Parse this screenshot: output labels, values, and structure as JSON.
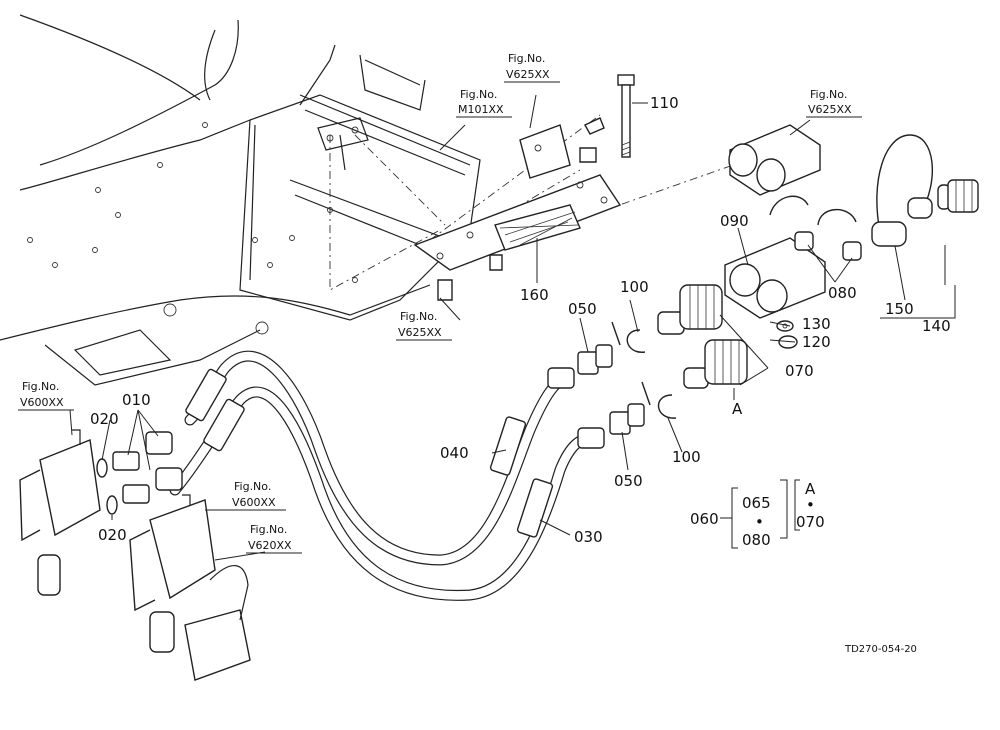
{
  "figure_refs": {
    "m101": {
      "title": "Fig.No.",
      "code": "M101XX"
    },
    "v625_top": {
      "title": "Fig.No.",
      "code": "V625XX"
    },
    "v625_right": {
      "title": "Fig.No.",
      "code": "V625XX"
    },
    "v625_left": {
      "title": "Fig.No.",
      "code": "V625XX"
    },
    "v600_left": {
      "title": "Fig.No.",
      "code": "V600XX"
    },
    "v600_mid": {
      "title": "Fig.No.",
      "code": "V600XX"
    },
    "v620": {
      "title": "Fig.No.",
      "code": "V620XX"
    }
  },
  "callouts": {
    "p010": "010",
    "p020a": "020",
    "p020b": "020",
    "p030": "030",
    "p040": "040",
    "p050a": "050",
    "p050b": "050",
    "p070": "070",
    "p080": "080",
    "p090": "090",
    "p100a": "100",
    "p100b": "100",
    "p110": "110",
    "p120": "120",
    "p130": "130",
    "p140": "140",
    "p150": "150",
    "p160": "160",
    "markA": "A"
  },
  "kit_legend": {
    "kit": "060",
    "item1": "065",
    "item2": "080",
    "dot": "•",
    "ref": "A",
    "ref_item": "070"
  },
  "drawing_code": "TD270-054-20"
}
